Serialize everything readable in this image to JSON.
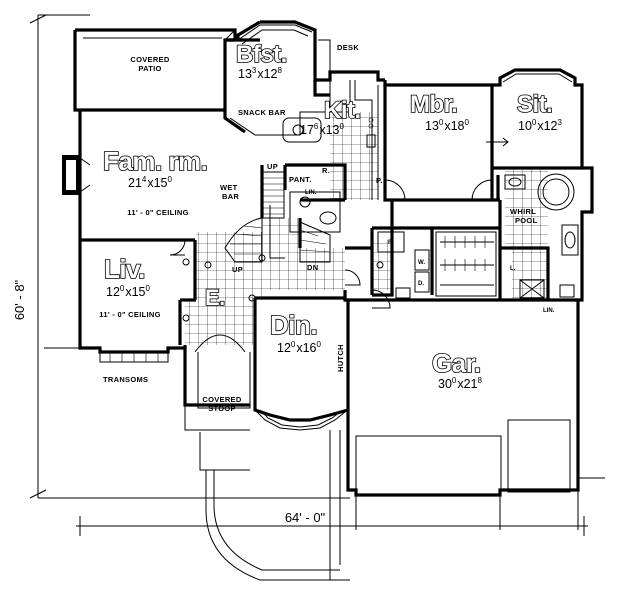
{
  "rooms": {
    "bfst": {
      "name": "Bfst.",
      "dim_w": "13",
      "dim_w_sup": "3",
      "dim_h": "12",
      "dim_h_sup": "8"
    },
    "kit": {
      "name": "Kit.",
      "dim_w": "17",
      "dim_w_sup": "6",
      "dim_h": "13",
      "dim_h_sup": "0"
    },
    "mbr": {
      "name": "Mbr.",
      "dim_w": "13",
      "dim_w_sup": "0",
      "dim_h": "18",
      "dim_h_sup": "0"
    },
    "sit": {
      "name": "Sit.",
      "dim_w": "10",
      "dim_w_sup": "0",
      "dim_h": "12",
      "dim_h_sup": "3"
    },
    "fam": {
      "name": "Fam. rm.",
      "dim_w": "21",
      "dim_w_sup": "4",
      "dim_h": "15",
      "dim_h_sup": "0",
      "ceiling": "11' - 0\" CEILING"
    },
    "liv": {
      "name": "Liv.",
      "dim_w": "12",
      "dim_w_sup": "0",
      "dim_h": "15",
      "dim_h_sup": "0",
      "ceiling": "11' - 0\" CEILING"
    },
    "entry": {
      "name": "E."
    },
    "din": {
      "name": "Din.",
      "dim_w": "12",
      "dim_w_sup": "0",
      "dim_h": "16",
      "dim_h_sup": "0"
    },
    "gar": {
      "name": "Gar.",
      "dim_w": "30",
      "dim_w_sup": "0",
      "dim_h": "21",
      "dim_h_sup": "8"
    }
  },
  "labels": {
    "covered_patio_1": "COVERED",
    "covered_patio_2": "PATIO",
    "desk": "DESK",
    "snack_bar": "SNACK BAR",
    "up_top": "UP",
    "pant": "PANT.",
    "r": "R.",
    "p": "P.",
    "lin_mid": "LIN.",
    "wet_1": "WET",
    "wet_2": "BAR",
    "up_bottom": "UP",
    "dn": "DN",
    "whirl_1": "WHIRL",
    "whirl_2": "POOL",
    "f": "F.",
    "w": "W.",
    "d": "D.",
    "l": "L.",
    "lin_garage": "LIN.",
    "hutch": "HUTCH",
    "transoms": "TRANSOMS",
    "stoop_1": "COVERED",
    "stoop_2": "STOOP",
    "times": "x"
  },
  "dimensions": {
    "width": "64' - 0\"",
    "depth": "60' - 8\""
  }
}
